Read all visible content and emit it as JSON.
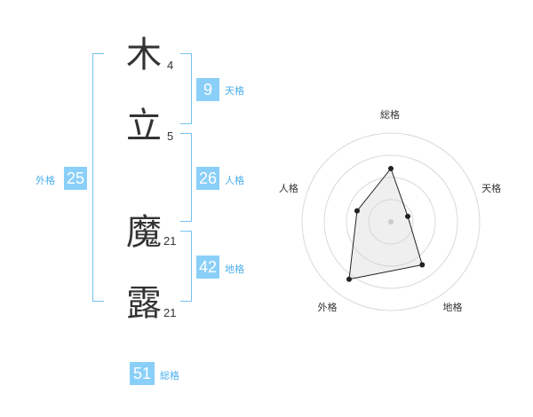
{
  "name_chars": [
    {
      "char": "木",
      "strokes": "4"
    },
    {
      "char": "立",
      "strokes": "5"
    },
    {
      "char": "魔",
      "strokes": "21"
    },
    {
      "char": "露",
      "strokes": "21"
    }
  ],
  "kakaku": {
    "tenkaku": {
      "label": "天格",
      "value": "9"
    },
    "jinkaku": {
      "label": "人格",
      "value": "26"
    },
    "chikaku": {
      "label": "地格",
      "value": "42"
    },
    "gaikaku": {
      "label": "外格",
      "value": "25"
    },
    "soukaku": {
      "label": "総格",
      "value": "51"
    }
  },
  "colors": {
    "accent": "#8acff8",
    "bracket": "#74c2f1",
    "label": "#4bb0ec"
  },
  "chart_data": {
    "type": "radar",
    "axes": [
      "総格",
      "天格",
      "地格",
      "外格",
      "人格"
    ],
    "values": [
      3,
      1,
      3,
      4,
      2
    ],
    "max": 5,
    "rings": 4
  }
}
